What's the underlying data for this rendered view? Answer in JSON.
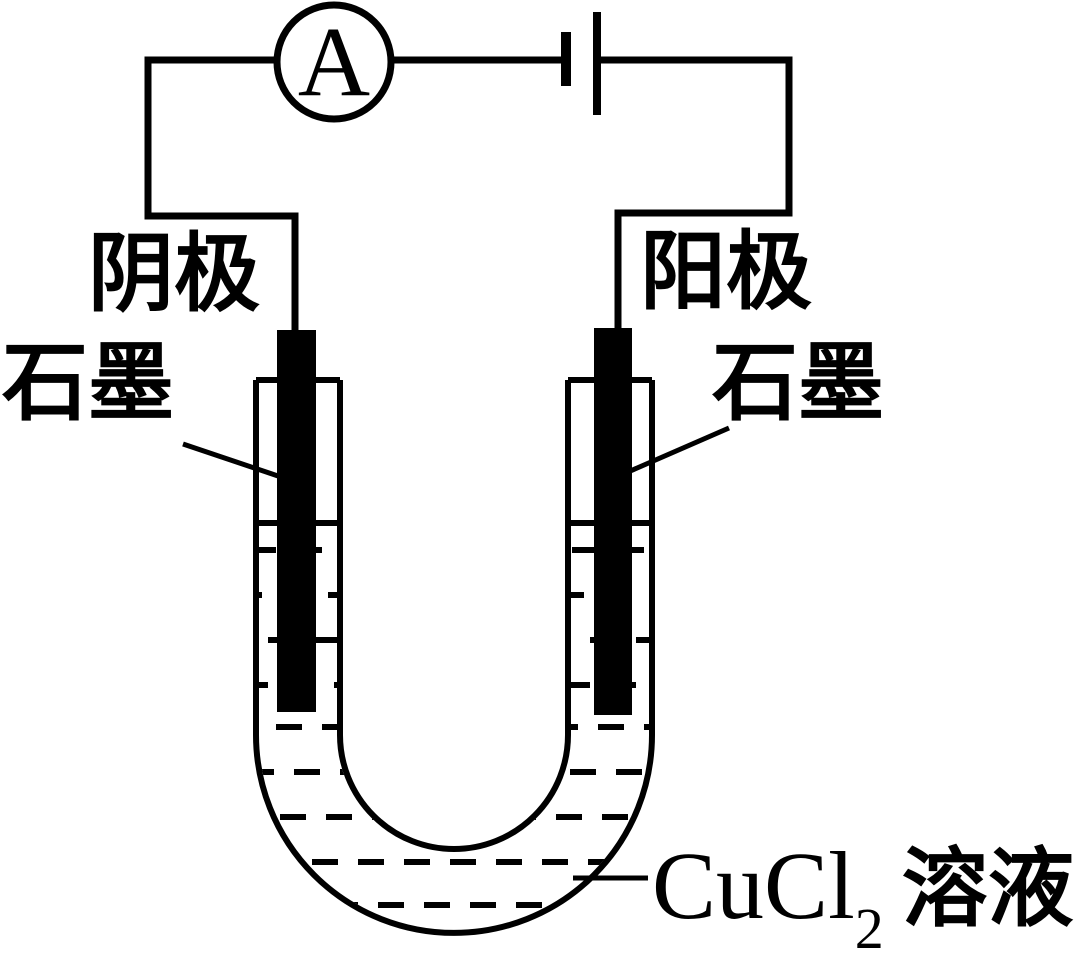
{
  "diagram": {
    "type": "electrolysis-apparatus",
    "ink_color": "#000000",
    "background_color": "#ffffff"
  },
  "labels": {
    "ammeter": "A",
    "cathode": "阴极",
    "cathode_material": "石墨",
    "anode": "阳极",
    "anode_material": "石墨",
    "solution_formula": "CuCl",
    "solution_subscript": "2",
    "solution_name": "溶液"
  },
  "icons": {
    "ammeter_icon": "circle with letter A",
    "battery_icon": "short and long plate pair",
    "u_tube_icon": "U-shaped tube with dashed liquid",
    "electrode_icon": "black graphite rod"
  }
}
